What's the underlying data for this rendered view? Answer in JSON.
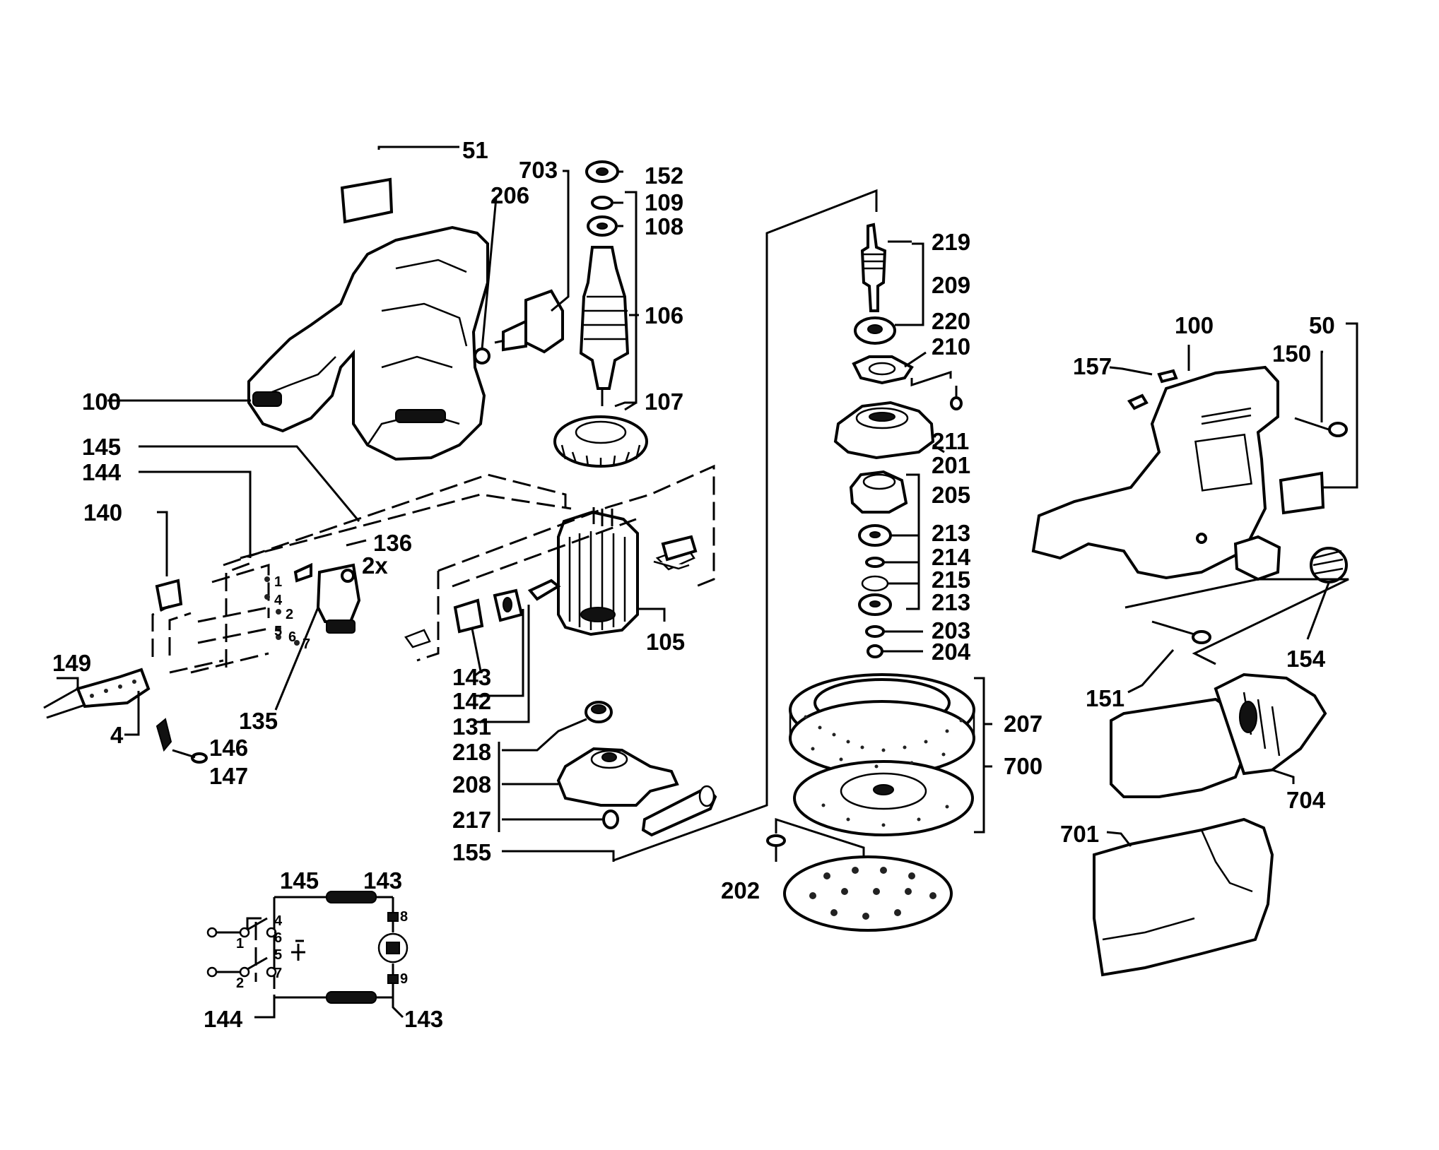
{
  "diagram": {
    "callouts": {
      "c51": "51",
      "c703": "703",
      "c152": "152",
      "c109": "109",
      "c108": "108",
      "c206": "206",
      "c106": "106",
      "c107": "107",
      "c100a": "100",
      "c145": "145",
      "c144": "144",
      "c140": "140",
      "c136": "136",
      "c2x": "2x",
      "c149": "149",
      "c135": "135",
      "c4": "4",
      "c146": "146",
      "c147": "147",
      "c143": "143",
      "c142": "142",
      "c131": "131",
      "c105": "105",
      "c218": "218",
      "c208": "208",
      "c217": "217",
      "c155": "155",
      "c219": "219",
      "c209": "209",
      "c220": "220",
      "c210": "210",
      "c211": "211",
      "c201": "201",
      "c205": "205",
      "c213a": "213",
      "c214": "214",
      "c215": "215",
      "c213b": "213",
      "c203": "203",
      "c204": "204",
      "c207": "207",
      "c700": "700",
      "c202": "202",
      "c100b": "100",
      "c50": "50",
      "c150": "150",
      "c157": "157",
      "c154": "154",
      "c151": "151",
      "c704": "704",
      "c701": "701"
    },
    "terminals": {
      "t1": "1",
      "t4": "4",
      "t2": "2",
      "t5": "5",
      "t6": "6",
      "t7": "7"
    },
    "schematic": {
      "field_top": "145",
      "brush_top": "143",
      "field_bottom": "144",
      "brush_bottom": "143",
      "sw1_a": "4",
      "sw1_b": "6",
      "sw1_num": "1",
      "sw2_a": "5",
      "sw2_b": "7",
      "sw2_num": "2",
      "brush_upper_pin": "8",
      "brush_lower_pin": "9"
    },
    "icons": [
      "motor-symbol",
      "switch-symbol",
      "field-coil-symbol"
    ]
  }
}
